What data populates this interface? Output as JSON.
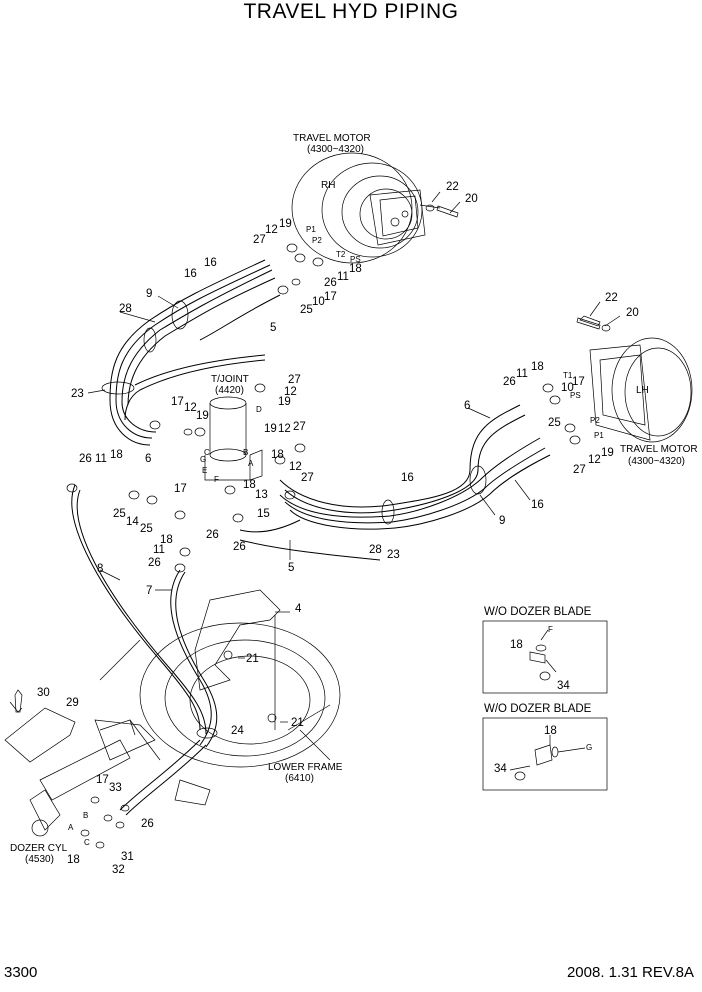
{
  "title": "TRAVEL HYD PIPING",
  "footer": {
    "page": "3300",
    "revision": "2008. 1.31  REV.8A"
  },
  "components": {
    "motor_rh": {
      "label": "TRAVEL MOTOR",
      "code": "(4300~4320)",
      "side": "RH"
    },
    "motor_lh": {
      "label": "TRAVEL MOTOR",
      "code": "(4300~4320)",
      "side": "LH"
    },
    "tjoint": {
      "label": "T/JOINT",
      "code": "(4420)"
    },
    "lower_frame": {
      "label": "LOWER FRAME",
      "code": "(6410)"
    },
    "dozer_cyl": {
      "label": "DOZER CYL",
      "code": "(4530)"
    }
  },
  "insets": [
    {
      "title": "W/O DOZER BLADE",
      "callouts": [
        "18",
        "34"
      ],
      "port": "F"
    },
    {
      "title": "W/O DOZER BLADE",
      "callouts": [
        "18",
        "34"
      ],
      "port": "G"
    }
  ],
  "ports": [
    "P1",
    "P2",
    "T2",
    "PS",
    "T1",
    "PS",
    "P2",
    "P1",
    "A",
    "B",
    "C",
    "D",
    "E",
    "F",
    "G",
    "A",
    "B",
    "C"
  ],
  "callouts": [
    "22",
    "20",
    "19",
    "12",
    "27",
    "16",
    "16",
    "18",
    "11",
    "26",
    "17",
    "10",
    "25",
    "5",
    "9",
    "28",
    "23",
    "27",
    "19",
    "12",
    "17",
    "12",
    "19",
    "27",
    "19",
    "12",
    "18",
    "13",
    "15",
    "18",
    "12",
    "27",
    "6",
    "26",
    "11",
    "18",
    "17",
    "25",
    "14",
    "25",
    "26",
    "26",
    "18",
    "11",
    "26",
    "8",
    "7",
    "5",
    "28",
    "23",
    "16",
    "9",
    "16",
    "6",
    "22",
    "20",
    "18",
    "11",
    "26",
    "17",
    "10",
    "25",
    "19",
    "12",
    "27",
    "4",
    "21",
    "21",
    "24",
    "30",
    "29",
    "17",
    "33",
    "26",
    "18",
    "32",
    "31"
  ]
}
